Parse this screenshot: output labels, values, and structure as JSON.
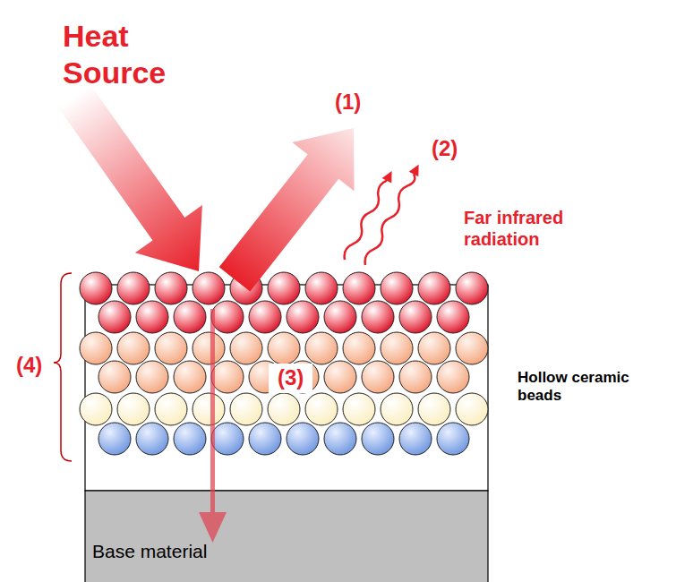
{
  "diagram": {
    "nodes": [
      {
        "text": [
          "Base material"
        ]
      }
    ],
    "labels": [
      "Heat Source",
      "(1)",
      "(2)",
      "Far infrared radiation",
      "(3)",
      "(4)",
      "Hollow ceramic beads"
    ]
  }
}
